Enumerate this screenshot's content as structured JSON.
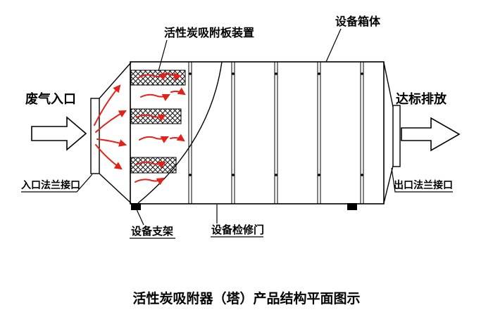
{
  "title": "活性炭吸附器（塔）产品结构平面图示",
  "labels": {
    "waste_gas_inlet": "废气入口",
    "carbon_plate_device": "活性炭吸附板装置",
    "equipment_box": "设备箱体",
    "compliant_discharge": "达标排放",
    "inlet_flange": "入口法兰接口",
    "outlet_flange": "出口法兰接口",
    "equipment_support": "设备支架",
    "maintenance_door": "设备检修门"
  },
  "colors": {
    "line": "#000000",
    "airflow": "#e32119",
    "background": "#ffffff"
  }
}
